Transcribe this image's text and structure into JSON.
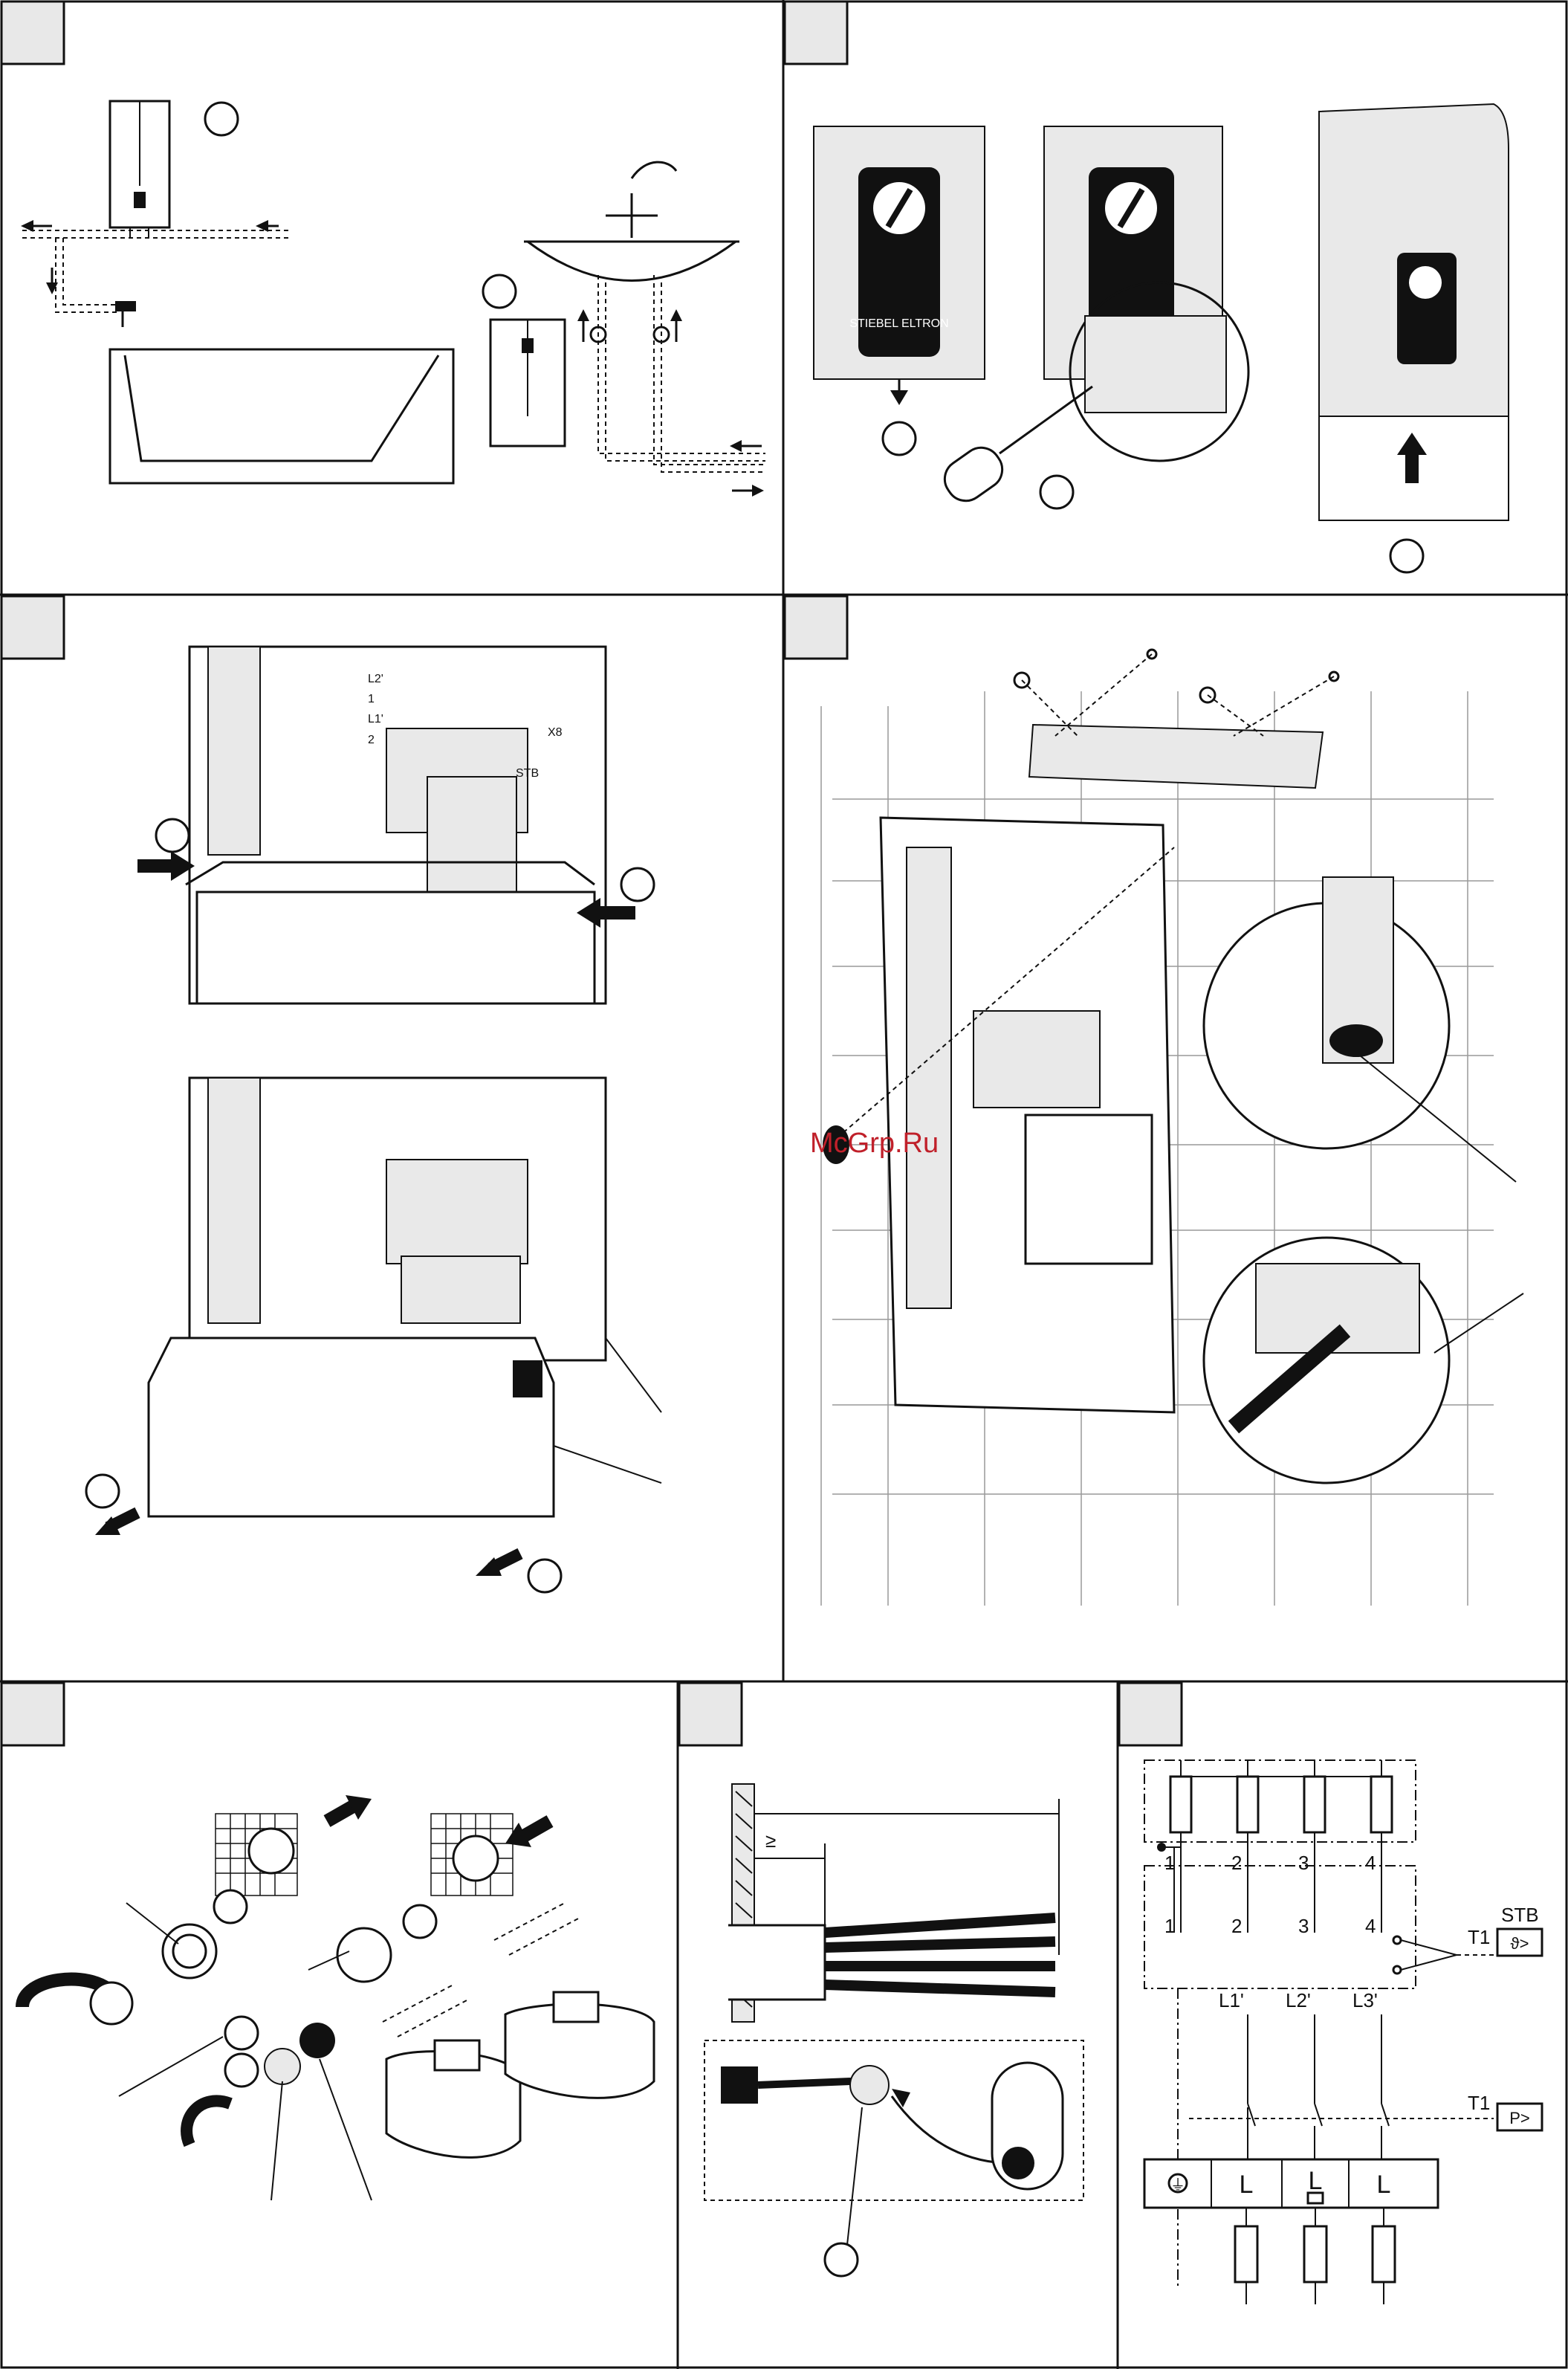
{
  "watermark": "McGrp.Ru",
  "panels": {
    "electrical_diagram": {
      "stb_label": "STB",
      "stb_symbol": "ϑ>",
      "pressure_symbol": "P>",
      "t1_label_upper": "T1",
      "t1_label_lower": "T1",
      "element_numbers": [
        "1",
        "2",
        "3",
        "4"
      ],
      "terminal_numbers": [
        "1",
        "2",
        "3",
        "4"
      ],
      "phase_labels": [
        "L1'",
        "L2'",
        "L3'"
      ],
      "terminal_block_labels": [
        "L",
        "L",
        "L"
      ],
      "ground_symbol": "⏚"
    },
    "heater_front": {
      "brand_text": "STIEBEL ELTRON"
    },
    "terminal_row": {
      "labels": [
        "L2'",
        "1",
        "L1'",
        "2",
        "X8",
        "STB"
      ]
    },
    "cable_strip": {
      "ge_symbol": "≥"
    }
  },
  "colors": {
    "line": "#111111",
    "panel_border": "#111111",
    "tab_fill": "#e8e8e8",
    "watermark": "#c0202a"
  },
  "icons": [
    "arrow-icon",
    "screwdriver-icon",
    "faucet-icon",
    "bathtub-icon",
    "ground-icon"
  ]
}
